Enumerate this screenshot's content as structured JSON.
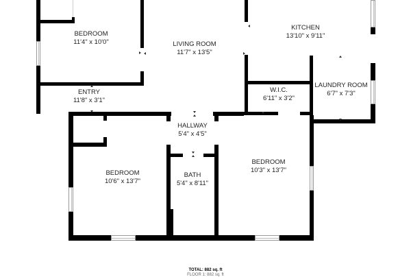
{
  "floorplan": {
    "rooms": [
      {
        "name": "BEDROOM",
        "dims": "11'4\" x 10'0\""
      },
      {
        "name": "LIVING ROOM",
        "dims": "11'7\" x 13'5\""
      },
      {
        "name": "KITCHEN",
        "dims": "13'10\" x 9'11\""
      },
      {
        "name": "ENTRY",
        "dims": "11'8\" x 3'1\""
      },
      {
        "name": "W.I.C.",
        "dims": "6'11\" x 3'2\""
      },
      {
        "name": "LAUNDRY ROOM",
        "dims": "6'7\" x 7'3\""
      },
      {
        "name": "HALLWAY",
        "dims": "5'4\" x 4'5\""
      },
      {
        "name": "BEDROOM",
        "dims": "10'6\" x 13'7\""
      },
      {
        "name": "BATH",
        "dims": "5'4\" x 8'11\""
      },
      {
        "name": "BEDROOM",
        "dims": "10'3\" x 13'7\""
      }
    ],
    "total": "TOTAL: 882 sq. ft",
    "floor_line": "FLOOR 1: 882 sq. ft"
  }
}
